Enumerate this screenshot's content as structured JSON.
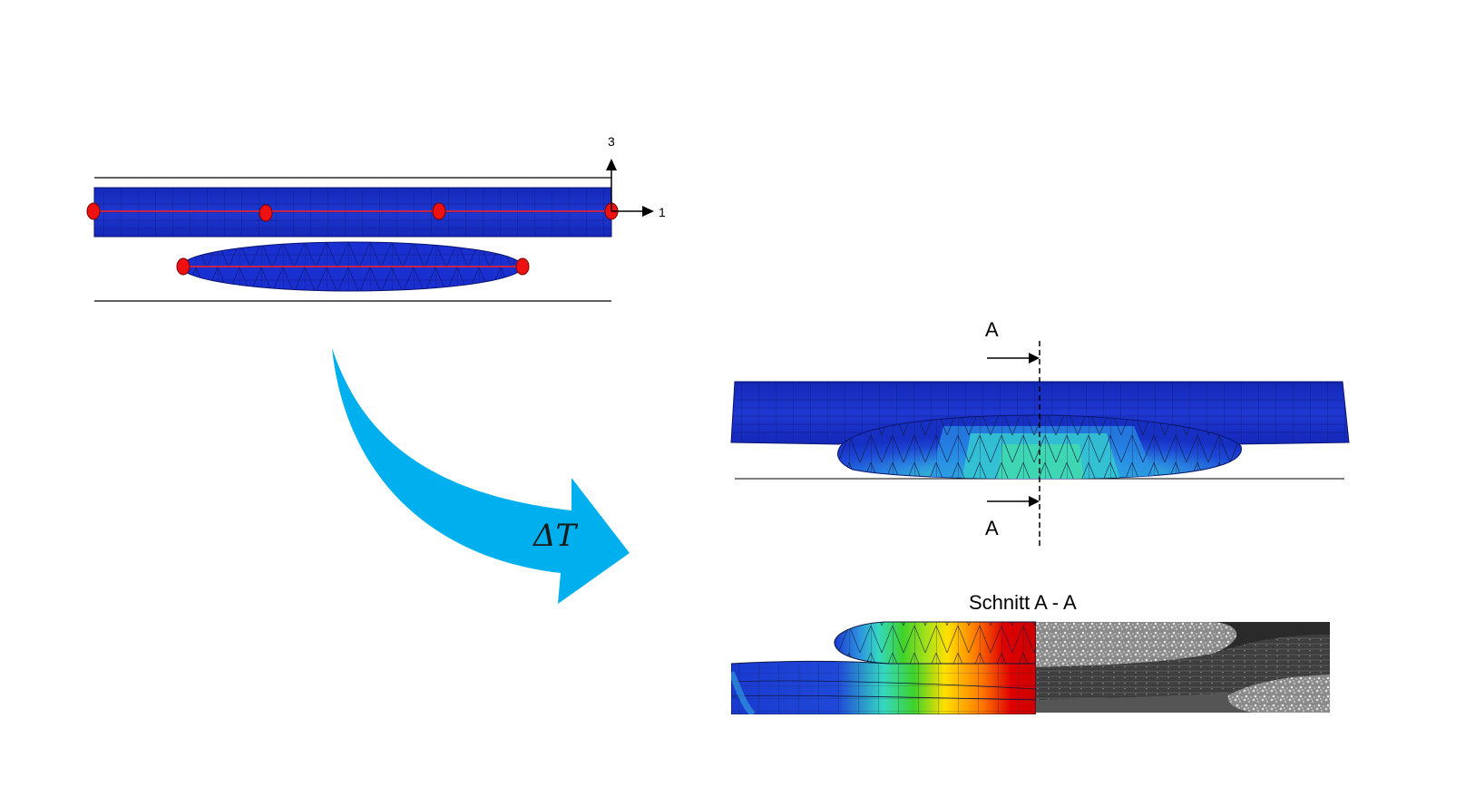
{
  "axes": {
    "axis_3": "3",
    "axis_1": "1"
  },
  "delta_label": "ΔT",
  "section": {
    "mark_top": "A",
    "mark_bottom": "A",
    "title": "Schnitt A - A"
  },
  "colors": {
    "mesh_blue": "#1a2fc8",
    "mesh_dark": "#0b1a9a",
    "node_red": "#e01010",
    "arrow_cyan": "#00b0ee",
    "cyan_field": "#35d8c0",
    "green_field": "#3fd22a",
    "yellow_field": "#ffe000",
    "orange_field": "#ff7a00",
    "red_field": "#dd0000"
  }
}
